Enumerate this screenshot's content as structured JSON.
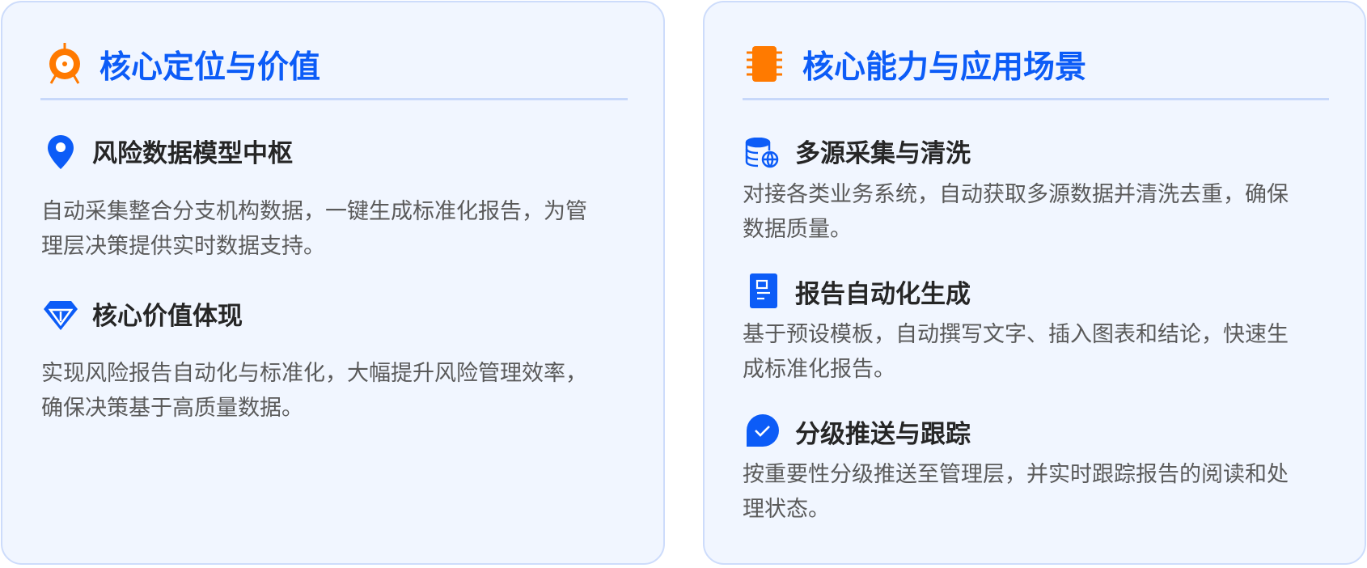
{
  "left_card": {
    "title": "核心定位与价值",
    "title_icon": "target-icon",
    "items": [
      {
        "icon": "location-pin-icon",
        "heading": "风险数据模型中枢",
        "body": "自动采集整合分支机构数据，一键生成标准化报告，为管理层决策提供实时数据支持。"
      },
      {
        "icon": "diamond-icon",
        "heading": "核心价值体现",
        "body": "实现风险报告自动化与标准化，大幅提升风险管理效率，确保决策基于高质量数据。"
      }
    ]
  },
  "right_card": {
    "title": "核心能力与应用场景",
    "title_icon": "chip-icon",
    "items": [
      {
        "icon": "database-globe-icon",
        "heading": "多源采集与清洗",
        "body": "对接各类业务系统，自动获取多源数据并清洗去重，确保数据质量。"
      },
      {
        "icon": "document-icon",
        "heading": "报告自动化生成",
        "body": "基于预设模板，自动撰写文字、插入图表和结论，快速生成标准化报告。"
      },
      {
        "icon": "check-badge-icon",
        "heading": "分级推送与跟踪",
        "body": "按重要性分级推送至管理层，并实时跟踪报告的阅读和处理状态。"
      }
    ]
  },
  "colors": {
    "accent_blue": "#0c5cf7",
    "accent_orange": "#ff7a00",
    "card_bg": "#f1f6ff",
    "card_border": "#cddcfb"
  }
}
